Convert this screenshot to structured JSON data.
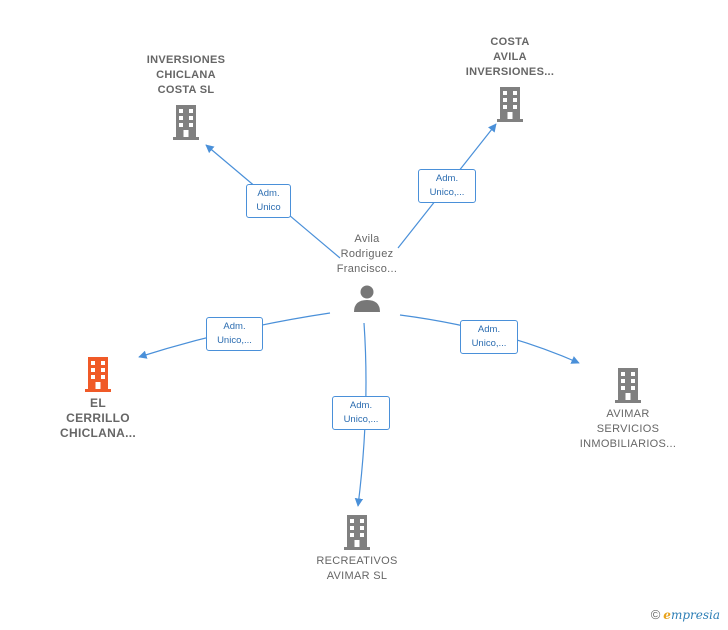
{
  "center": {
    "label_lines": [
      "Avila",
      "Rodriguez",
      "Francisco..."
    ]
  },
  "nodes": [
    {
      "id": "inversiones",
      "label_lines": [
        "INVERSIONES",
        "CHICLANA",
        "COSTA  SL"
      ],
      "color": "#808080"
    },
    {
      "id": "costa",
      "label_lines": [
        "COSTA",
        "AVILA",
        "INVERSIONES..."
      ],
      "color": "#808080"
    },
    {
      "id": "cerrillo",
      "label_lines": [
        "EL",
        "CERRILLO",
        "CHICLANA..."
      ],
      "color": "#f05a28"
    },
    {
      "id": "avimar",
      "label_lines": [
        "AVIMAR",
        "SERVICIOS",
        "INMOBILIARIOS..."
      ],
      "color": "#808080"
    },
    {
      "id": "recreativos",
      "label_lines": [
        "RECREATIVOS",
        "AVIMAR SL"
      ],
      "color": "#808080"
    }
  ],
  "edges": [
    {
      "to": "inversiones",
      "label_lines": [
        "Adm.",
        "Unico"
      ]
    },
    {
      "to": "costa",
      "label_lines": [
        "Adm.",
        "Unico,..."
      ]
    },
    {
      "to": "cerrillo",
      "label_lines": [
        "Adm.",
        "Unico,..."
      ]
    },
    {
      "to": "avimar",
      "label_lines": [
        "Adm.",
        "Unico,..."
      ]
    },
    {
      "to": "recreativos",
      "label_lines": [
        "Adm.",
        "Unico,..."
      ]
    }
  ],
  "colors": {
    "edge": "#4a90d9",
    "person": "#777777"
  },
  "branding": {
    "copyright": "©",
    "brand_initial": "e",
    "brand_rest": "mpresia"
  }
}
